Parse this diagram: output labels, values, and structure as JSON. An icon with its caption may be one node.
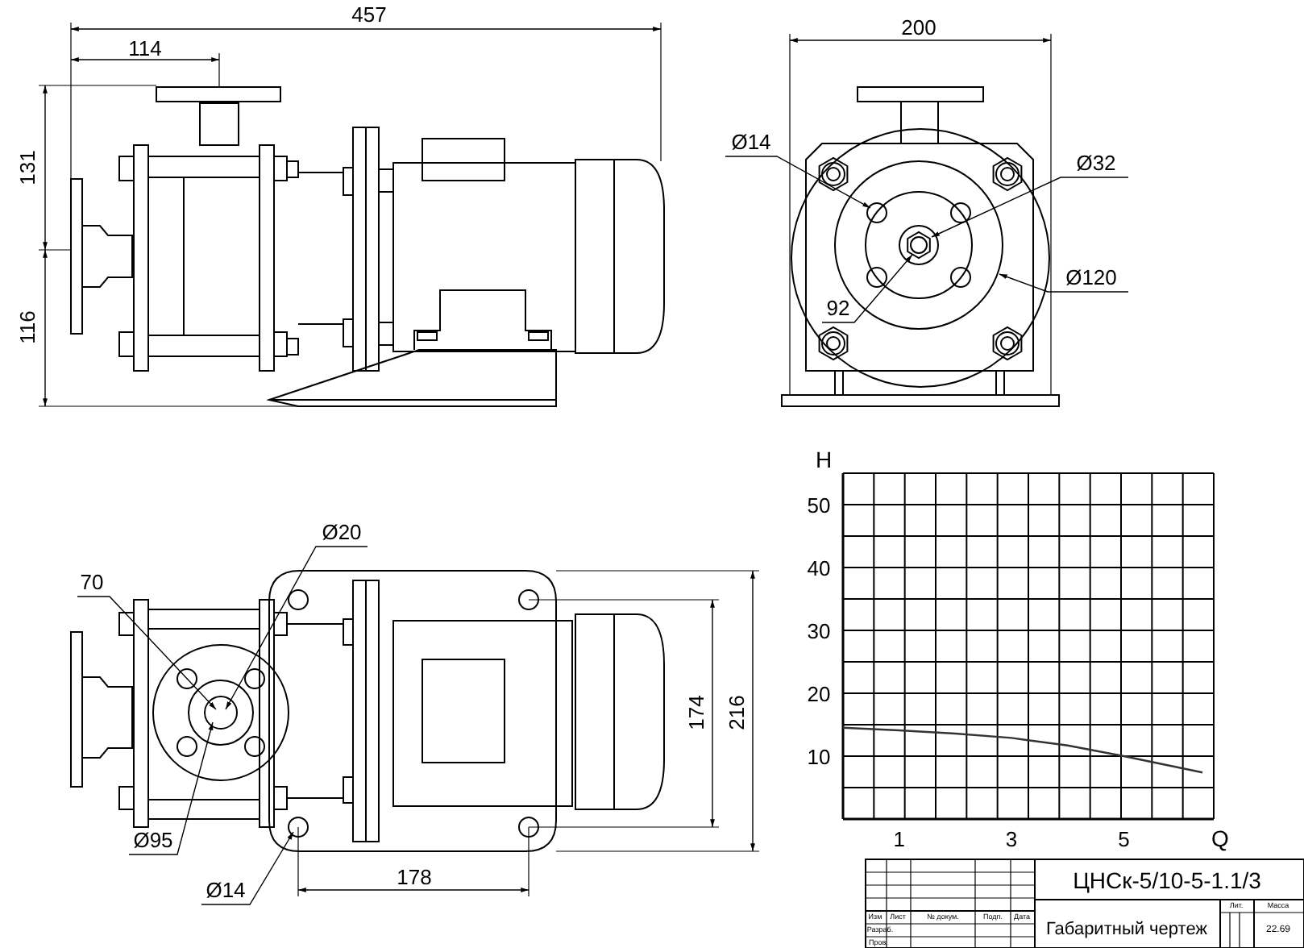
{
  "diagram": {
    "labels": [
      "457",
      "114",
      "131",
      "116",
      "200",
      "Ø14",
      "Ø32",
      "Ø120",
      "92",
      "Ø20",
      "70",
      "174",
      "216",
      "Ø95",
      "Ø14",
      "178",
      "ЦНСк-5/10-5-1.1/3",
      "Изм",
      "Лист",
      "№ докум.",
      "Подп.",
      "Дата",
      "Лит.",
      "Масса",
      "Разраб.",
      "Габаритный чертеж",
      "22.69",
      "Пров."
    ],
    "chart_data": {
      "type": "line",
      "xlabel": "Q",
      "ylabel": "H",
      "x": [
        0,
        1,
        2,
        3,
        4,
        5,
        6.4
      ],
      "series": [
        {
          "color": "#333333",
          "values": [
            14.5,
            14.1,
            13.6,
            12.9,
            11.7,
            10,
            7.4
          ]
        }
      ],
      "xlim": [
        0,
        6.6
      ],
      "grid": true,
      "ylim": [
        0,
        55
      ],
      "xticks": [
        1,
        3,
        5
      ],
      "yticks": [
        10,
        20,
        30,
        40,
        50
      ]
    }
  }
}
